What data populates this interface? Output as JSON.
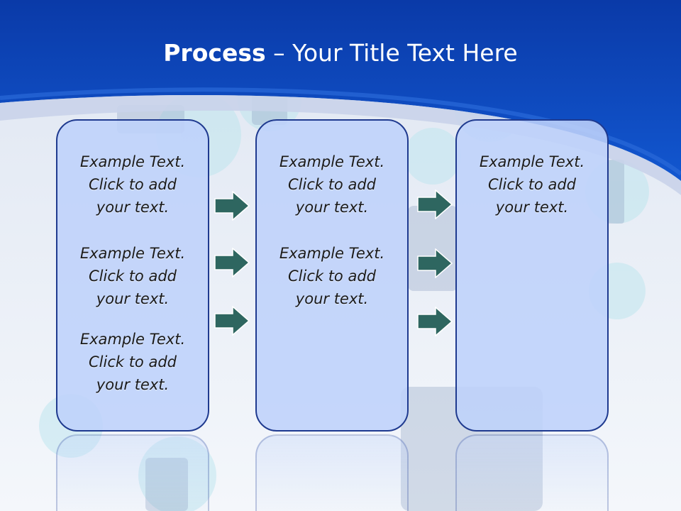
{
  "title": {
    "bold": "Process",
    "rest": " – Your Title Text Here"
  },
  "columns": [
    {
      "paragraphs": [
        [
          "Example Text.",
          "Click  to add",
          "your text."
        ],
        [
          "Example Text.",
          "Click  to add",
          "your text."
        ],
        [
          "Example Text.",
          "Click  to add",
          "your text."
        ]
      ]
    },
    {
      "paragraphs": [
        [
          "Example Text.",
          "Click  to add",
          "your text."
        ],
        [
          "Example Text.",
          "Click  to add",
          "your text."
        ]
      ]
    },
    {
      "paragraphs": [
        [
          "Example Text.",
          "Click  to add",
          "your text."
        ]
      ]
    }
  ],
  "colors": {
    "header_blue": "#0d47b5",
    "box_fill": "#bed2fa",
    "box_border": "#1f3a8f",
    "arrow_fill": "#2e6660"
  },
  "icons": [
    "right-arrow-icon"
  ]
}
